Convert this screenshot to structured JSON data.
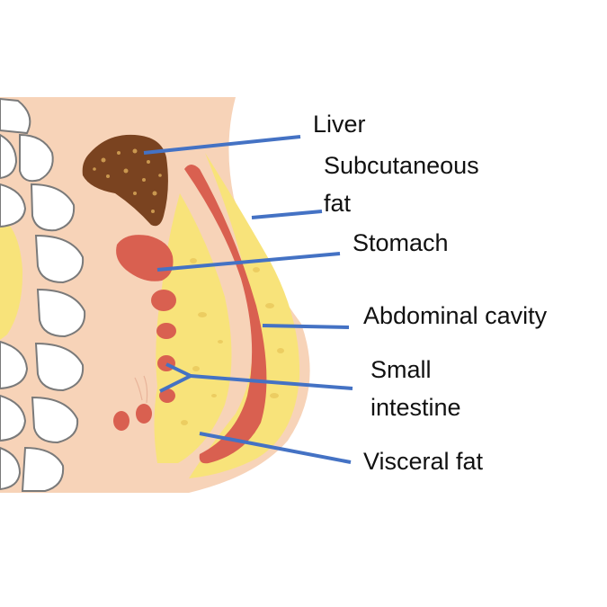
{
  "labels": {
    "liver": "Liver",
    "subcutaneous_1": "Subcutaneous",
    "subcutaneous_2": "fat",
    "stomach": "Stomach",
    "abdominal_cavity": "Abdominal cavity",
    "small_intestine_1": "Small",
    "small_intestine_2": "intestine",
    "visceral_fat": "Visceral fat"
  },
  "colors": {
    "skin": "#F7D3B8",
    "fat": "#F8E37A",
    "fat_speckle": "#EAC85C",
    "muscle": "#D96050",
    "liver": "#7A4320",
    "liver_speckle": "#C9974F",
    "bone": "#FFFFFF",
    "bone_outline": "#7A7A7A",
    "leader_line": "#4472C4"
  }
}
